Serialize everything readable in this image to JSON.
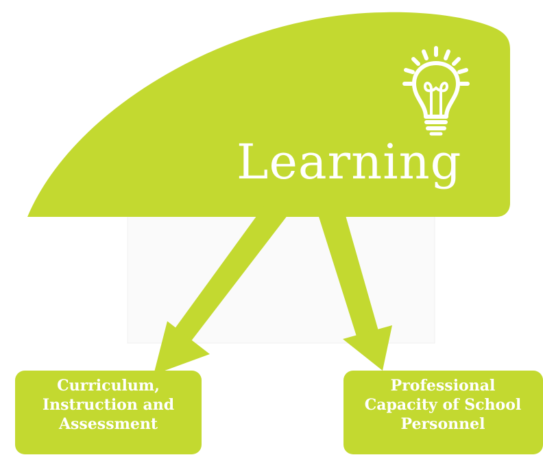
{
  "title": "Learning",
  "boxes": [
    {
      "lines": [
        "Curriculum,",
        "Instruction and",
        "Assessment"
      ]
    },
    {
      "lines": [
        "Professional",
        "Capacity of School",
        "Personnel"
      ]
    }
  ],
  "colors": {
    "shape": "#c3d930",
    "text": "#ffffff"
  },
  "icons": [
    "lightbulb-icon"
  ]
}
